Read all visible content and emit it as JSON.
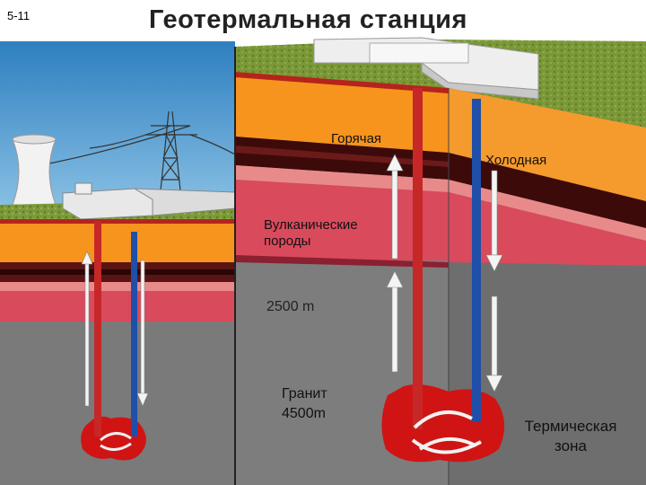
{
  "slide_number": "5-11",
  "title": "Геотермальная станция",
  "labels": {
    "hot": "Горячая",
    "cold": "Холодная",
    "volcanic_line1": "Вулканические",
    "volcanic_line2": "породы",
    "depth": "2500 m",
    "granite_line1": "Гранит",
    "granite_line2": "4500m",
    "thermal_line1": "Термическая",
    "thermal_line2": "зона"
  },
  "colors": {
    "sky": "#3f8fc6",
    "orange_layer": "#f7941d",
    "dark_layer": "#3d0a0a",
    "pink_layer": "#d94a5c",
    "rock": "#7d7d7d",
    "hot_pipe": "#c62828",
    "cold_pipe": "#1f4fa8",
    "magma": "#d01414"
  }
}
